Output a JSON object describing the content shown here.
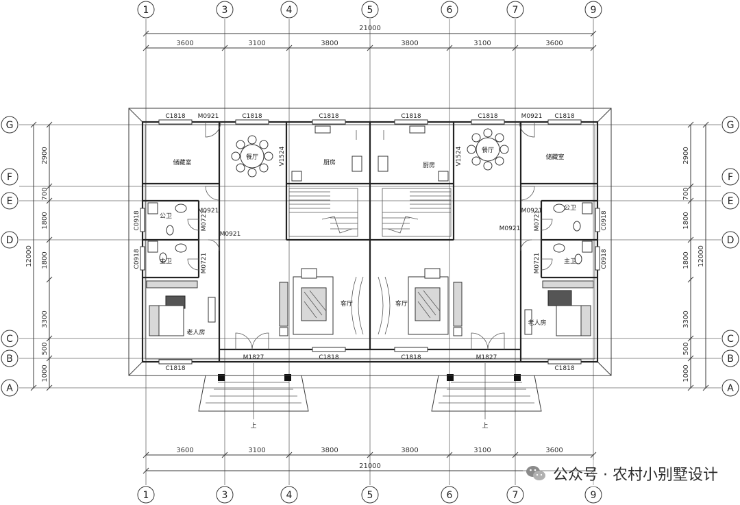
{
  "axes_top": [
    "1",
    "3",
    "4",
    "5",
    "6",
    "7",
    "9"
  ],
  "axes_side": [
    "G",
    "F",
    "E",
    "D",
    "C",
    "B",
    "A"
  ],
  "dims_horizontal": {
    "total": "21000",
    "segments": [
      "3600",
      "3100",
      "3800",
      "3800",
      "3100",
      "3600"
    ]
  },
  "dims_vertical": {
    "total": "12000",
    "segments": [
      "2900",
      "700",
      "1800",
      "1800",
      "3300",
      "500",
      "1000"
    ]
  },
  "rooms": {
    "storage": "储藏室",
    "dining": "餐厅",
    "kitchen": "厨房",
    "living": "客厅",
    "elder_bedroom": "老人房",
    "public_wc": "公卫",
    "master_wc": "主卫"
  },
  "labels": {
    "c1818": "C1818",
    "m0921": "M0921",
    "m0721": "M0721",
    "c0918": "C0918",
    "m1827": "M1827",
    "v1524": "V1524",
    "stair_up": "上"
  },
  "watermark": {
    "text": "公众号 · 农村小别墅设计",
    "icon": "wechat-icon"
  },
  "colors": {
    "line": "#333333",
    "background": "#ffffff"
  }
}
